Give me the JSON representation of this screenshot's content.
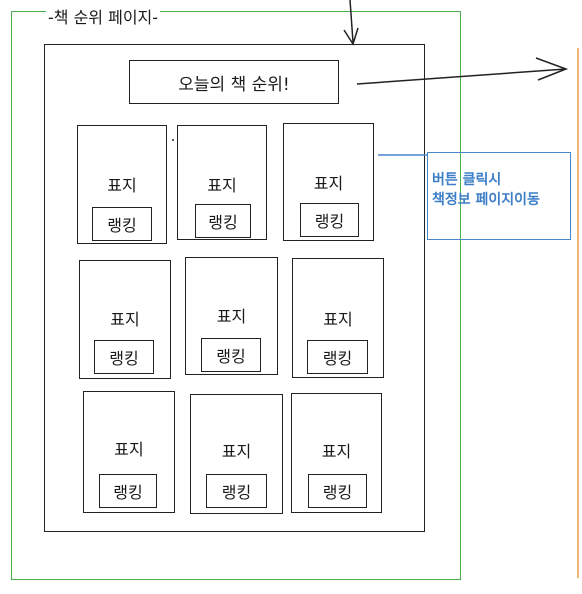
{
  "page_label": "-책 순위 페이지-",
  "title": "오늘의 책 순위!",
  "cards": [
    {
      "cover_label": "표지",
      "rank_label": "랭킹"
    },
    {
      "cover_label": "표지",
      "rank_label": "랭킹"
    },
    {
      "cover_label": "표지",
      "rank_label": "랭킹"
    },
    {
      "cover_label": "표지",
      "rank_label": "랭킹"
    },
    {
      "cover_label": "표지",
      "rank_label": "랭킹"
    },
    {
      "cover_label": "표지",
      "rank_label": "랭킹"
    },
    {
      "cover_label": "표지",
      "rank_label": "랭킹"
    },
    {
      "cover_label": "표지",
      "rank_label": "랭킹"
    },
    {
      "cover_label": "표지",
      "rank_label": "랭킹"
    }
  ],
  "note": {
    "line1": "버튼 클릭시",
    "line2": "책정보 페이지이동"
  },
  "colors": {
    "frame_green": "#4caf50",
    "note_blue": "#3d7fc6",
    "border_orange": "#f2b673"
  }
}
